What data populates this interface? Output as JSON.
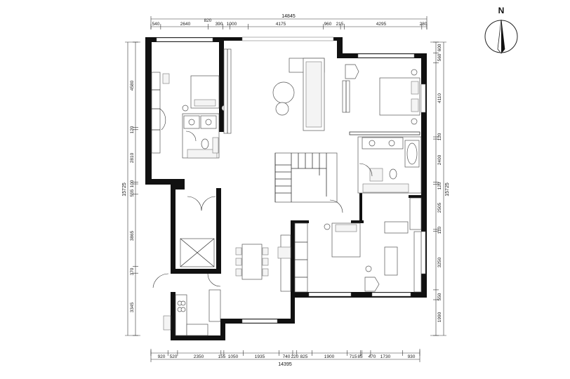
{
  "north_label": "N",
  "top": {
    "total": "14845",
    "segments": [
      "540",
      "2640",
      "820",
      "390",
      "1000",
      "4175",
      "960",
      "215",
      "4295",
      "280"
    ]
  },
  "bottom": {
    "total": "14395",
    "segments": [
      "920",
      "520",
      "2350",
      "155",
      "1050",
      "1935",
      "740",
      "220",
      "825",
      "1900",
      "715",
      "85",
      "470",
      "1730",
      "930"
    ]
  },
  "left": {
    "total": "15725",
    "segments": [
      "4580",
      "120",
      "2810",
      "100",
      "555",
      "3865",
      "370",
      "3345"
    ]
  },
  "right": {
    "total": "15725",
    "segments": [
      "600",
      "560",
      "4110",
      "120",
      "2400",
      "120",
      "2505",
      "110",
      "3250",
      "550",
      "1990"
    ]
  },
  "colors": {
    "wall": "#111111",
    "line": "#333333",
    "furniture": "#555555"
  }
}
